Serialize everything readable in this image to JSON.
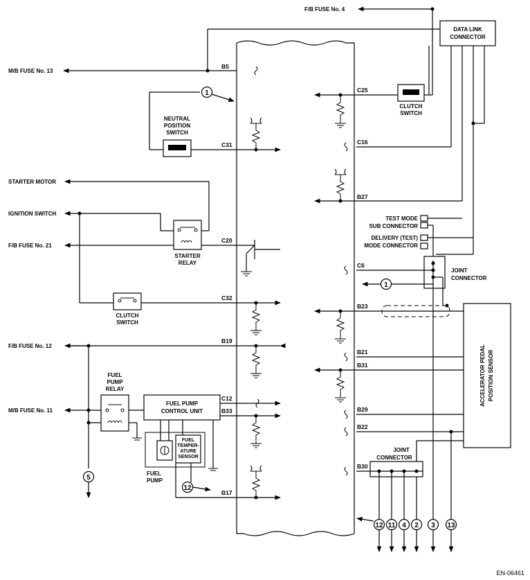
{
  "external": {
    "fb_fuse_4": "F/B FUSE No. 4",
    "mb_fuse_13": "M/B FUSE No. 13",
    "starter_motor": "STARTER MOTOR",
    "ignition_switch": "IGNITION SWITCH",
    "fb_fuse_21": "F/B FUSE No. 21",
    "fb_fuse_12": "F/B FUSE No. 12",
    "mb_fuse_11": "M/B FUSE No. 11"
  },
  "components": {
    "data_link_connector": [
      "DATA LINK",
      "CONNECTOR"
    ],
    "neutral_position_switch": [
      "NEUTRAL",
      "POSITION",
      "SWITCH"
    ],
    "starter_relay": [
      "STARTER",
      "RELAY"
    ],
    "clutch_switch_left": [
      "CLUTCH",
      "SWITCH"
    ],
    "clutch_switch_right": [
      "CLUTCH",
      "SWITCH"
    ],
    "fuel_pump_relay": [
      "FUEL",
      "PUMP",
      "RELAY"
    ],
    "fuel_pump_control_unit": [
      "FUEL PUMP",
      "CONTROL UNIT"
    ],
    "fuel_temperature_sensor": [
      "FUEL",
      "TEMPER-",
      "ATURE",
      "SENSOR"
    ],
    "fuel_pump": [
      "FUEL",
      "PUMP"
    ],
    "test_mode_connector": [
      "TEST MODE",
      "SUB CONNECTOR"
    ],
    "delivery_mode_connector": [
      "DELIVERY (TEST)",
      "MODE CONNECTOR"
    ],
    "joint_connector_right": [
      "JOINT",
      "CONNECTOR"
    ],
    "joint_connector_bottom": [
      "JOINT",
      "CONNECTOR"
    ],
    "accelerator_pedal_sensor": [
      "ACCELERATOR PEDAL",
      "POSITION SENSOR"
    ]
  },
  "pins": {
    "b5": "B5",
    "c31": "C31",
    "c20": "C20",
    "c32": "C32",
    "b19": "B19",
    "c12": "C12",
    "b33": "B33",
    "b17": "B17",
    "c25": "C25",
    "c16": "C16",
    "b27": "B27",
    "c6": "C6",
    "b23": "B23",
    "b21": "B21",
    "b31": "B31",
    "b29": "B29",
    "b22": "B22",
    "b30": "B30"
  },
  "refs": {
    "r1": "1",
    "r12": "12",
    "r5": "5",
    "r11": "11",
    "r4": "4",
    "r2": "2",
    "r3": "3",
    "r13": "13"
  },
  "figure_code": "EN-06461"
}
